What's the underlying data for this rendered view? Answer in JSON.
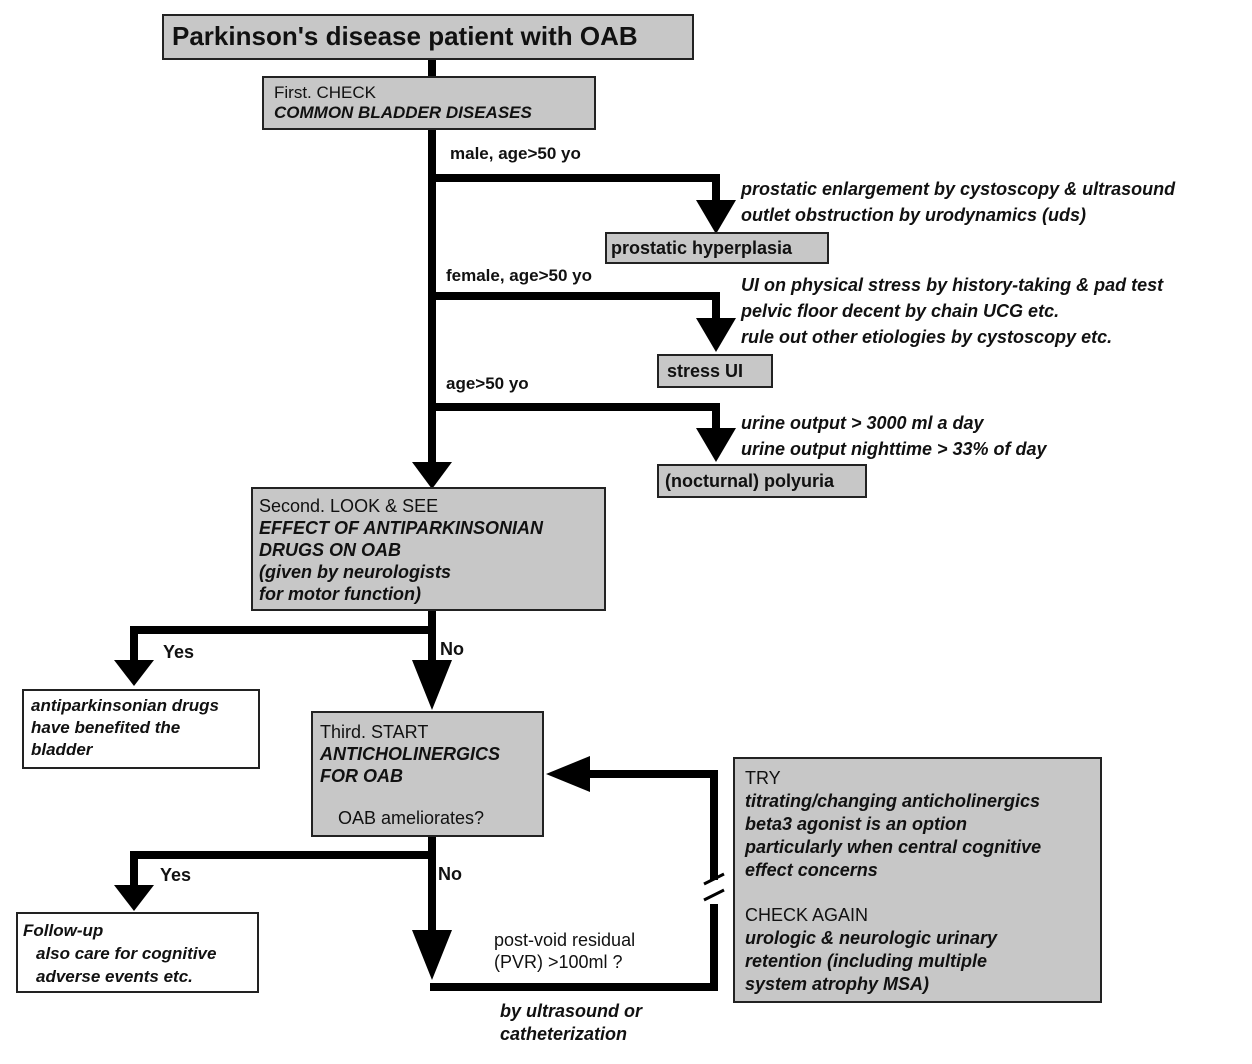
{
  "title": "Parkinson's disease patient with OAB",
  "first": {
    "heading": "First. CHECK",
    "subheading": "COMMON BLADDER DISEASES"
  },
  "branches": {
    "male": {
      "condition": "male, age>50 yo",
      "notes": [
        "prostatic enlargement by cystoscopy & ultrasound",
        "outlet obstruction by urodynamics (uds)"
      ],
      "result": "prostatic hyperplasia"
    },
    "female": {
      "condition": "female, age>50 yo",
      "notes": [
        "UI on physical stress by history-taking & pad test",
        "pelvic floor decent by chain UCG etc.",
        "rule out other etiologies by cystoscopy etc."
      ],
      "result": "stress UI"
    },
    "age": {
      "condition": "age>50 yo",
      "notes": [
        "urine output > 3000 ml a day",
        "urine output nighttime > 33% of day"
      ],
      "result": "(nocturnal) polyuria"
    }
  },
  "second": {
    "heading": "Second. LOOK & SEE",
    "lines": [
      "EFFECT OF ANTIPARKINSONIAN",
      "DRUGS ON OAB",
      "(given by neurologists",
      "for motor function)"
    ],
    "yes_label": "Yes",
    "no_label": "No",
    "yes_result": [
      "antiparkinsonian drugs",
      "have benefited the",
      "bladder"
    ]
  },
  "third": {
    "heading": "Third. START",
    "lines": [
      "ANTICHOLINERGICS",
      "FOR OAB"
    ],
    "question": "OAB ameliorates?",
    "yes_label": "Yes",
    "no_label": "No",
    "yes_result": [
      "Follow-up",
      "also care for cognitive",
      "adverse events etc."
    ]
  },
  "pvr": {
    "question": [
      "post-void residual",
      "(PVR) >100ml ?"
    ],
    "method": [
      "by ultrasound or",
      "catheterization"
    ]
  },
  "try_box": {
    "try_heading": "TRY",
    "try_lines": [
      "titrating/changing anticholinergics",
      "beta3 agonist is an option",
      "particularly when central cognitive",
      "effect concerns"
    ],
    "check_heading": "CHECK AGAIN",
    "check_lines": [
      "urologic & neurologic urinary",
      "retention (including multiple",
      "system atrophy MSA)"
    ]
  }
}
